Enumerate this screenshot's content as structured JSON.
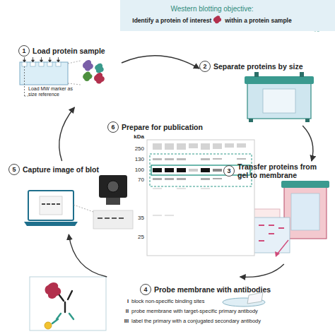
{
  "diagram": {
    "nodes": [
      {
        "text": [
          "Western blotting objective:",
          "Identify a protein of interest",
          "within a protein sample"
        ]
      },
      {
        "text": [
          "1",
          "Load protein sample"
        ]
      },
      {
        "text": [
          "2",
          "Separate proteins by size"
        ]
      },
      {
        "text": [
          "3",
          "Transfer proteins from gel to membrane"
        ]
      },
      {
        "text": [
          "4",
          "Probe membrane with antibodies"
        ]
      },
      {
        "text": [
          "5",
          "Capture image of blot"
        ]
      },
      {
        "text": [
          "6",
          "Prepare for publication"
        ]
      }
    ],
    "edges": [
      {
        "from": 1,
        "to": 2,
        "arrow": "to"
      },
      {
        "from": 2,
        "to": 3,
        "arrow": "to"
      },
      {
        "from": 3,
        "to": 4,
        "arrow": "to"
      },
      {
        "from": 4,
        "to": 5,
        "arrow": "to"
      },
      {
        "from": 5,
        "to": 1,
        "arrow": "to"
      }
    ],
    "labels": [
      "Load MW marker as size reference",
      "kDa",
      "250",
      "130",
      "100",
      "70",
      "35",
      "25",
      "I",
      "block non-specific binding sites",
      "II",
      "probe membrane with target-specific primary antibody",
      "III",
      "label the primary with a conjugated secondary antibody"
    ]
  }
}
